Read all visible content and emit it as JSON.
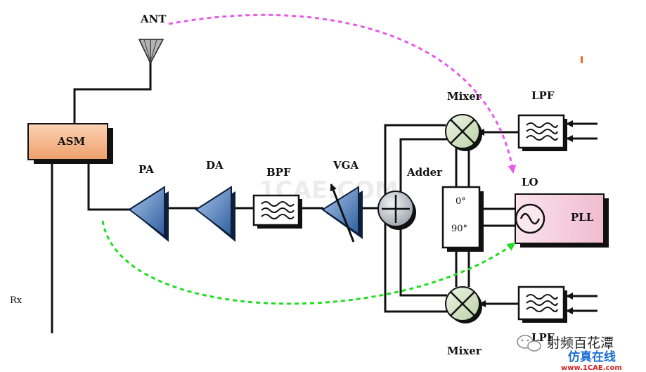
{
  "labels": {
    "ant": "ANT",
    "asm": "ASM",
    "rx": "Rx",
    "pa": "PA",
    "da": "DA",
    "bpf": "BPF",
    "vga": "VGA",
    "adder": "Adder",
    "mixer_top": "Mixer",
    "mixer_bottom": "Mixer",
    "lpf_top": "LPF",
    "lpf_bottom": "LPF",
    "lo": "LO",
    "pll": "PLL",
    "phase_0": "0°",
    "phase_90": "90°"
  },
  "watermark": {
    "center": "1CAE.COM",
    "brand_line1": "射频百花潭",
    "brand_line2": "仿真在线",
    "site": "www.1CAE.com"
  },
  "colors": {
    "wire": "#111111",
    "asm_fill": "#f4b183",
    "amp_fill": "#4f7fbf",
    "mixer_fill": "#d9e7c9",
    "pll_fill": "#f3c9d8",
    "arrow_magenta": "#e65ce6",
    "arrow_green": "#22dd22",
    "watermark_blue": "#1b6fd1",
    "watermark_red": "#d32020"
  }
}
